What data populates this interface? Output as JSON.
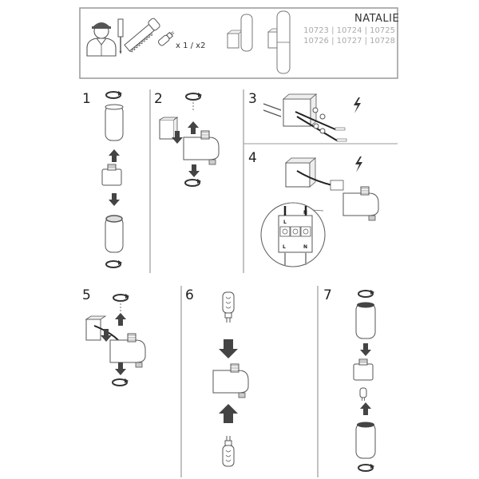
{
  "header": {
    "product_name": "NATALIE",
    "codes_line1": "10723 | 10724 | 10725",
    "codes_line2": "10726 | 10727 | 10728",
    "quantity": "x 1 / x2"
  },
  "steps": [
    {
      "number": "1"
    },
    {
      "number": "2"
    },
    {
      "number": "3"
    },
    {
      "number": "4"
    },
    {
      "number": "5"
    },
    {
      "number": "6"
    },
    {
      "number": "7"
    }
  ],
  "terminal": {
    "top_l": "L",
    "top_n": "N",
    "bottom_l": "L",
    "bottom_n": "N"
  },
  "icons": {
    "installer": "installer-icon",
    "screwdriver": "screwdriver-icon",
    "saw": "saw-icon",
    "bulb": "bulb-icon",
    "electric": "electric-warning-icon",
    "rotate": "rotate-icon",
    "arrow": "arrow-icon"
  }
}
